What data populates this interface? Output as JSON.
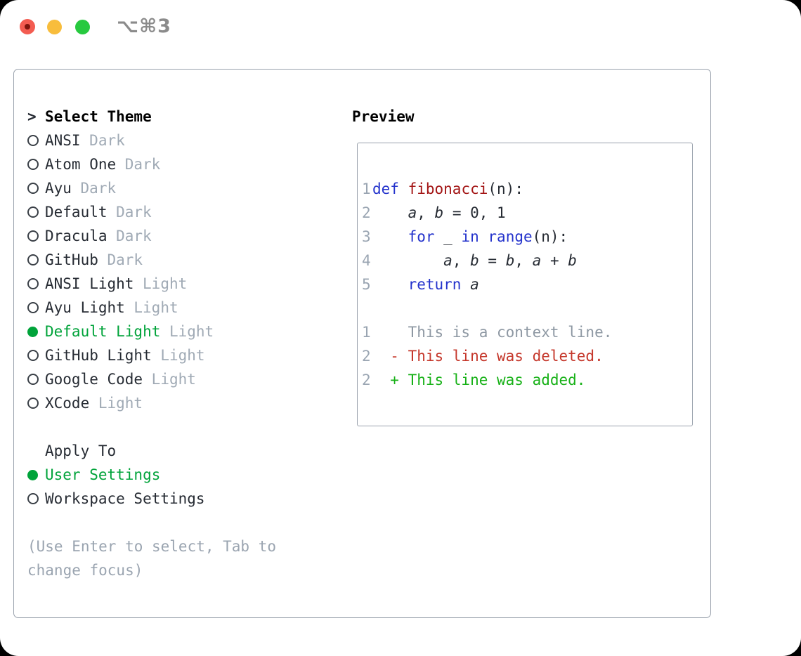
{
  "titlebar": {
    "shortcut": "⌥⌘3"
  },
  "colors": {
    "text": "#262b33",
    "muted": "#a0aab5",
    "hint": "#9aa4b0",
    "gutter": "#9aa5b2",
    "border": "#99a1ac",
    "ring": "#3a4047",
    "accent_green": "#00a33a",
    "diff_add": "#17b117",
    "diff_del": "#c5372b",
    "keyword_blue": "#2433cc",
    "function_red": "#a31515",
    "context_gray": "#8e98a3",
    "titlebar_gray": "#8b8b8b",
    "mac_red": "#f35c51",
    "mac_red_dot": "#7e150d",
    "mac_yellow": "#f8bd3c",
    "mac_green": "#27c93f"
  },
  "theme_panel": {
    "select_header": {
      "prefix": ">",
      "label": "Select Theme"
    },
    "themes": [
      {
        "name": "ANSI",
        "tag": "Dark",
        "selected": false
      },
      {
        "name": "Atom One",
        "tag": "Dark",
        "selected": false
      },
      {
        "name": "Ayu",
        "tag": "Dark",
        "selected": false
      },
      {
        "name": "Default",
        "tag": "Dark",
        "selected": false
      },
      {
        "name": "Dracula",
        "tag": "Dark",
        "selected": false
      },
      {
        "name": "GitHub",
        "tag": "Dark",
        "selected": false
      },
      {
        "name": "ANSI Light",
        "tag": "Light",
        "selected": false
      },
      {
        "name": "Ayu Light",
        "tag": "Light",
        "selected": false
      },
      {
        "name": "Default Light",
        "tag": "Light",
        "selected": true
      },
      {
        "name": "GitHub Light",
        "tag": "Light",
        "selected": false
      },
      {
        "name": "Google Code",
        "tag": "Light",
        "selected": false
      },
      {
        "name": "XCode",
        "tag": "Light",
        "selected": false
      }
    ],
    "apply_header": "Apply To",
    "apply_options": [
      {
        "name": "User Settings",
        "selected": true
      },
      {
        "name": "Workspace Settings",
        "selected": false
      }
    ],
    "hint_lines": [
      "(Use Enter to select, Tab to",
      "change focus)"
    ]
  },
  "preview": {
    "label": "Preview",
    "code_lines": [
      {
        "num": "1",
        "segments": [
          {
            "style": "kw",
            "text": "def"
          },
          {
            "style": "p",
            "text": " "
          },
          {
            "style": "fn",
            "text": "fibonacci"
          },
          {
            "style": "p",
            "text": "(n):"
          }
        ]
      },
      {
        "num": "2",
        "segments": [
          {
            "style": "p",
            "text": "    "
          },
          {
            "style": "v",
            "text": "a"
          },
          {
            "style": "p",
            "text": ", "
          },
          {
            "style": "v",
            "text": "b"
          },
          {
            "style": "p",
            "text": " = 0, 1"
          }
        ]
      },
      {
        "num": "3",
        "segments": [
          {
            "style": "p",
            "text": "    "
          },
          {
            "style": "kw",
            "text": "for"
          },
          {
            "style": "p",
            "text": " _ "
          },
          {
            "style": "kw",
            "text": "in"
          },
          {
            "style": "p",
            "text": " "
          },
          {
            "style": "kw",
            "text": "range"
          },
          {
            "style": "p",
            "text": "(n):"
          }
        ]
      },
      {
        "num": "4",
        "segments": [
          {
            "style": "p",
            "text": "        "
          },
          {
            "style": "v",
            "text": "a"
          },
          {
            "style": "p",
            "text": ", "
          },
          {
            "style": "v",
            "text": "b"
          },
          {
            "style": "p",
            "text": " = "
          },
          {
            "style": "v",
            "text": "b"
          },
          {
            "style": "p",
            "text": ", "
          },
          {
            "style": "v",
            "text": "a"
          },
          {
            "style": "p",
            "text": " + "
          },
          {
            "style": "v",
            "text": "b"
          }
        ]
      },
      {
        "num": "5",
        "segments": [
          {
            "style": "p",
            "text": "    "
          },
          {
            "style": "kw",
            "text": "return"
          },
          {
            "style": "p",
            "text": " "
          },
          {
            "style": "v",
            "text": "a"
          }
        ]
      }
    ],
    "diff_lines": [
      {
        "num": "1",
        "kind": "context",
        "prefix": "    ",
        "text": "This is a context line."
      },
      {
        "num": "2",
        "kind": "deleted",
        "prefix": "  - ",
        "text": "This line was deleted."
      },
      {
        "num": "2",
        "kind": "added",
        "prefix": "  + ",
        "text": "This line was added."
      }
    ]
  }
}
